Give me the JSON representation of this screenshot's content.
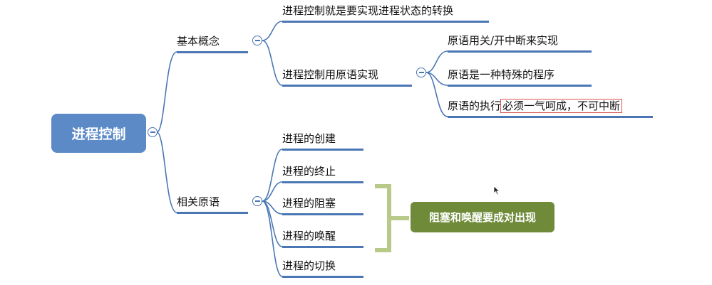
{
  "root": {
    "label": "进程控制"
  },
  "branches": [
    {
      "label": "基本概念",
      "children": [
        {
          "label": "进程控制就是要实现进程状态的转换"
        },
        {
          "label": "进程控制用原语实现",
          "children": [
            {
              "label": "原语用关/开中断来实现"
            },
            {
              "label": "原语是一种特殊的程序"
            },
            {
              "label_prefix": "原语的执行",
              "label_highlight": "必须一气呵成，不可中断"
            }
          ]
        }
      ]
    },
    {
      "label": "相关原语",
      "children": [
        {
          "label": "进程的创建"
        },
        {
          "label": "进程的终止"
        },
        {
          "label": "进程的阻塞"
        },
        {
          "label": "进程的唤醒"
        },
        {
          "label": "进程的切换"
        }
      ]
    }
  ],
  "callout": {
    "label": "阻塞和唤醒要成对出现"
  },
  "colors": {
    "root_fill": "#5b8ac6",
    "line": "#4a77b4",
    "callout_fill": "#6f8b3a",
    "bracket": "#b9c98a",
    "highlight_border": "#d9534f"
  }
}
